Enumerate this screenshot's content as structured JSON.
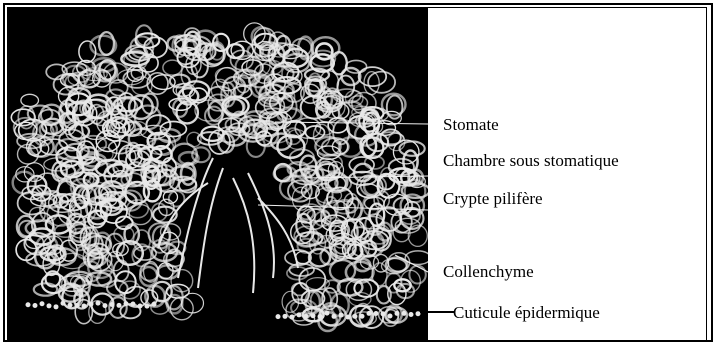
{
  "labels": {
    "stomate": "Stomate",
    "chambre": "Chambre sous stomatique",
    "crypte": "Crypte pilifère",
    "collenchyme": "Collenchyme",
    "cuticule": "Cuticule épidermique"
  },
  "colors": {
    "background": "#000000",
    "cell_wall": "#e8e8e8",
    "label_text": "#000000",
    "leader_line": "#f0f0f0"
  }
}
